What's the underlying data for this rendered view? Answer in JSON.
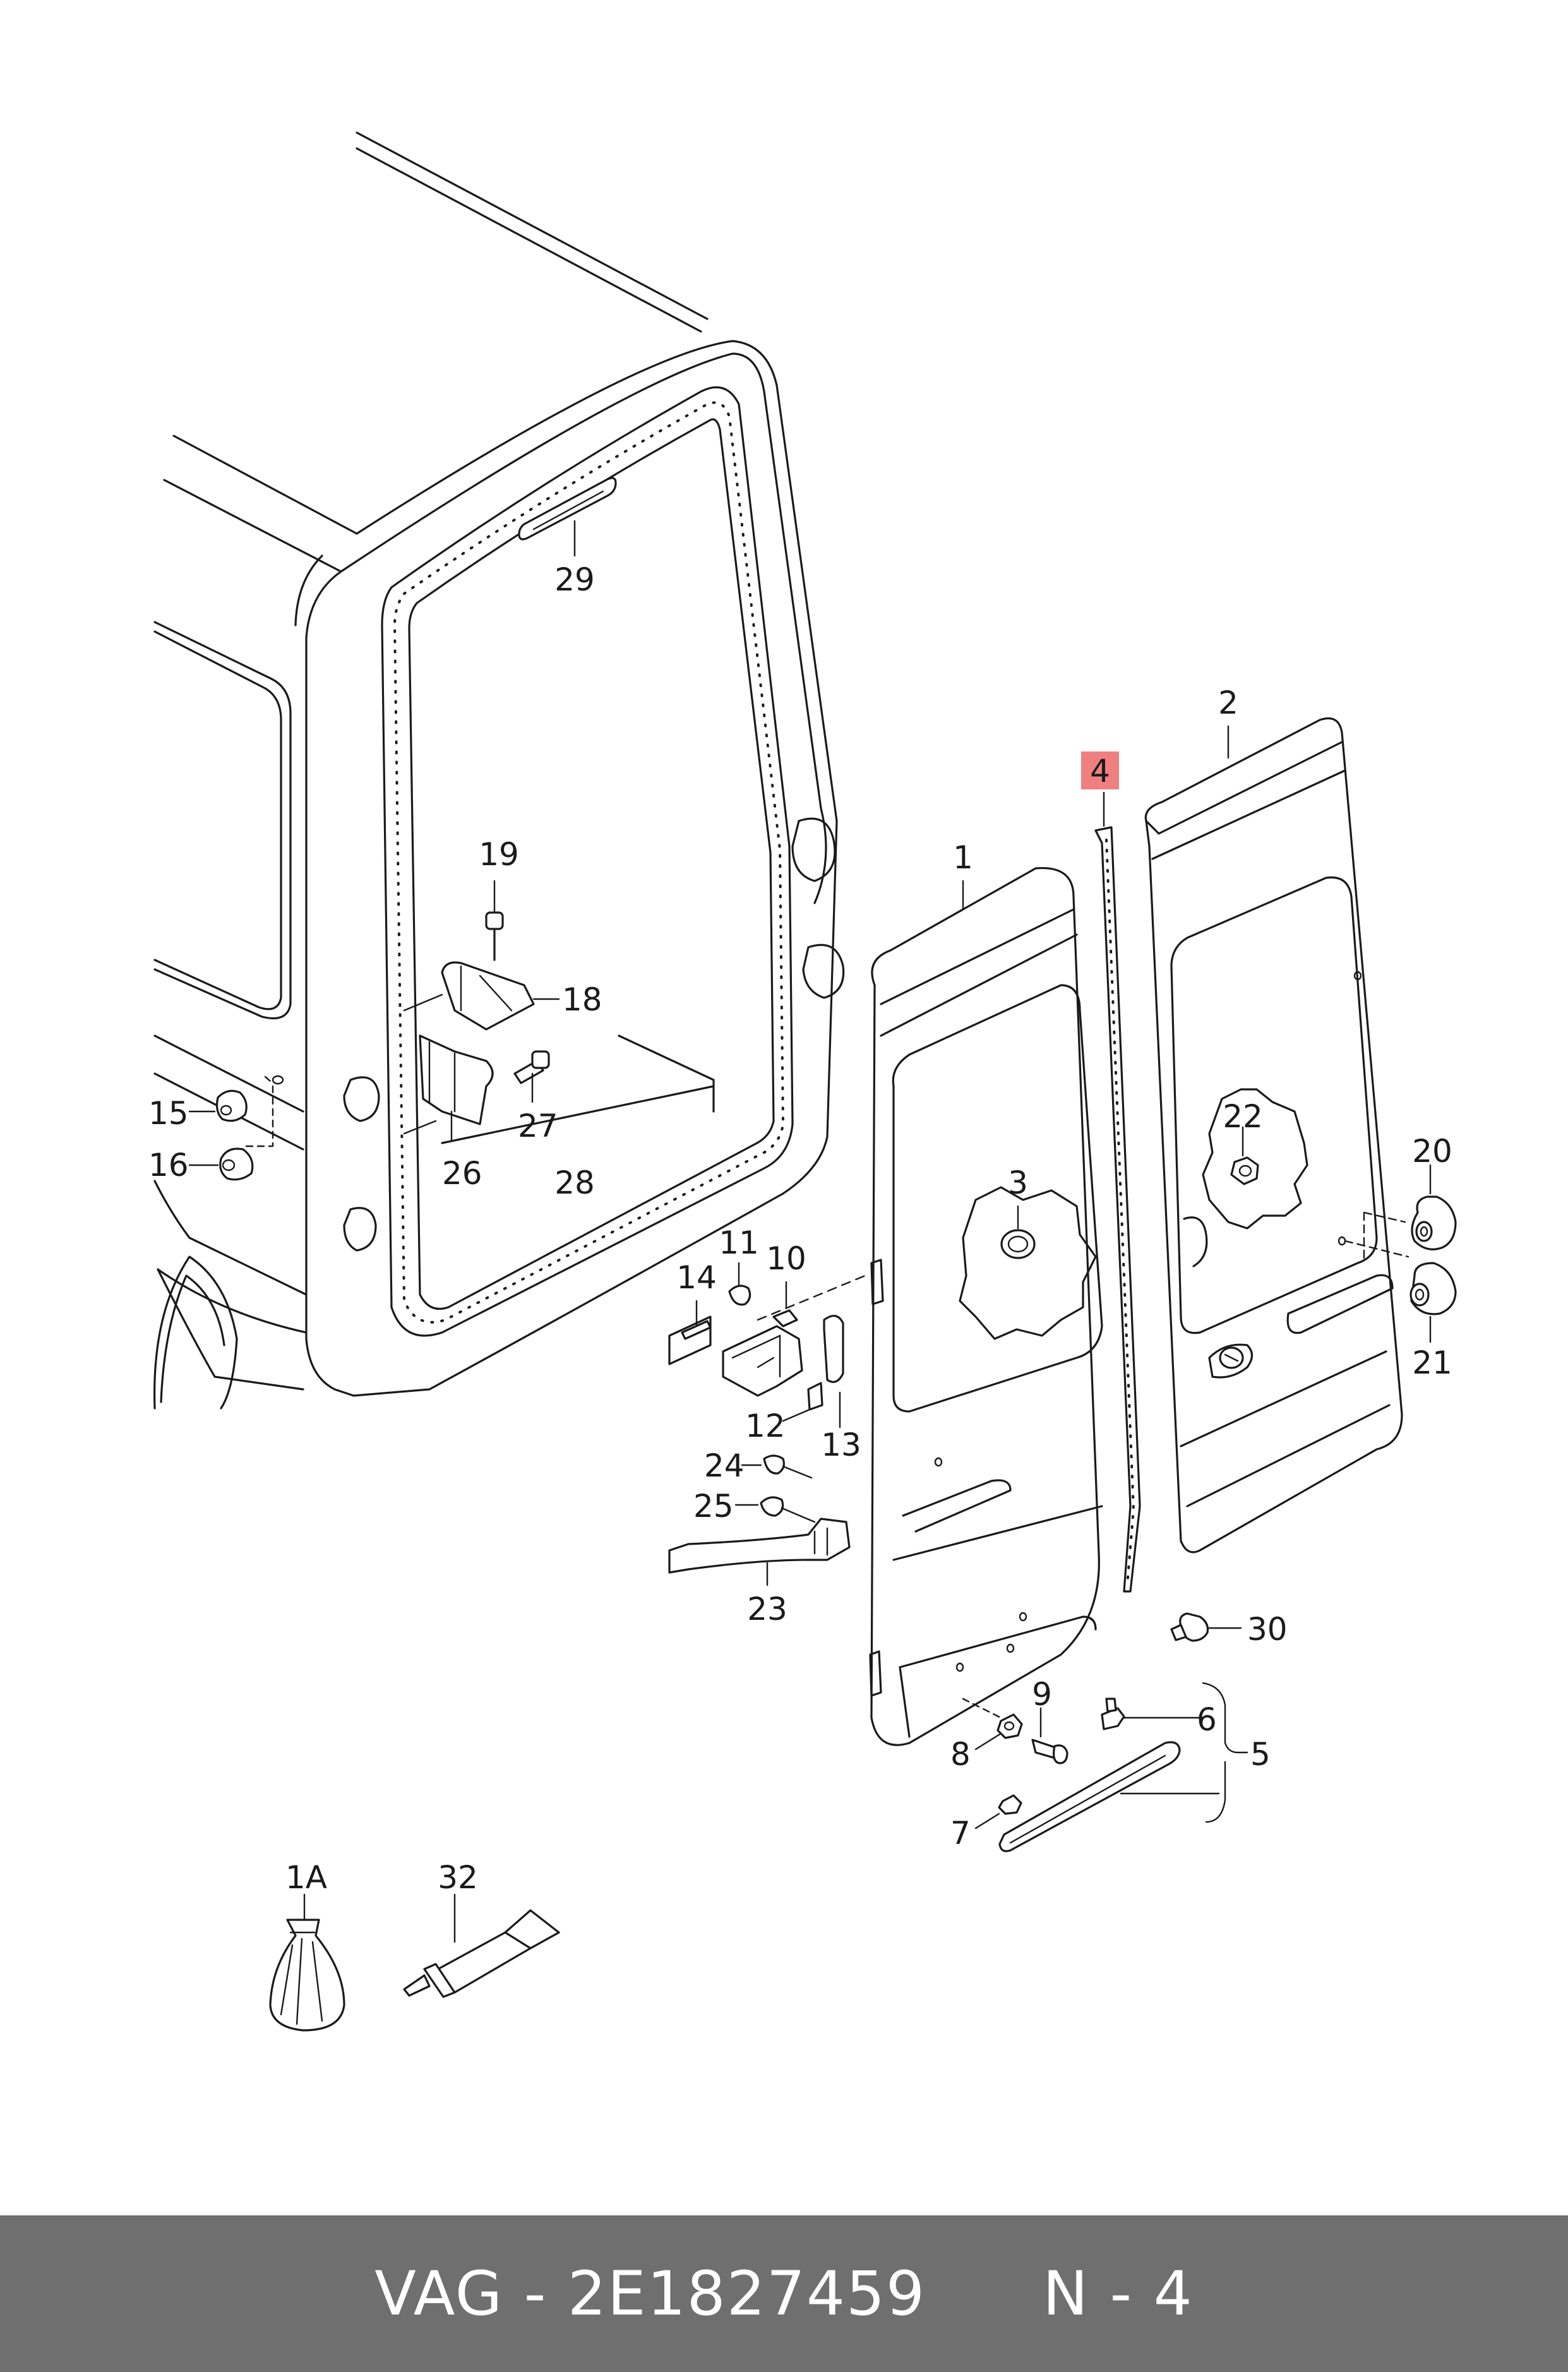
{
  "diagram": {
    "labels": {
      "l1": "1",
      "l1A": "1A",
      "l2": "2",
      "l3": "3",
      "l4": "4",
      "l5": "5",
      "l6": "6",
      "l7": "7",
      "l8": "8",
      "l9": "9",
      "l10": "10",
      "l11": "11",
      "l12": "12",
      "l13": "13",
      "l14": "14",
      "l15": "15",
      "l16": "16",
      "l18": "18",
      "l19": "19",
      "l20": "20",
      "l21": "21",
      "l22": "22",
      "l23": "23",
      "l24": "24",
      "l25": "25",
      "l26": "26",
      "l27": "27",
      "l28": "28",
      "l29": "29",
      "l30": "30",
      "l32": "32"
    },
    "highlighted_part": "4",
    "highlight_color": "#f08080"
  },
  "footer": {
    "brand": "VAG",
    "separator": "-",
    "part_number": "2E1827459",
    "reference": "N - 4",
    "background_color": "#6f6f6f"
  }
}
